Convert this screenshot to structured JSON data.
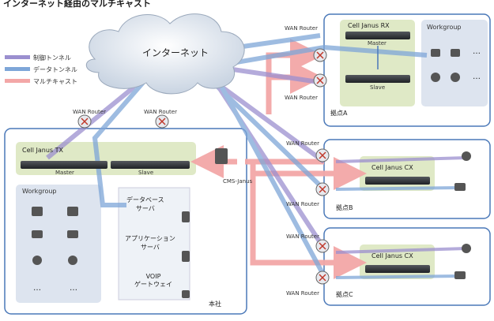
{
  "title": "インターネット経由のマルチキャスト",
  "legend": [
    {
      "label": "制御トンネル",
      "color": "#9b8fcf"
    },
    {
      "label": "データトンネル",
      "color": "#7ea6d8"
    },
    {
      "label": "マルチキャスト",
      "color": "#f0a0a0"
    }
  ],
  "cloud_label": "インターネット",
  "hq": {
    "device": "Cell Janus TX",
    "device_ports": [
      "Master",
      "Slave"
    ],
    "workgroup": "Workgroup",
    "servers": [
      {
        "label": "データベース\nサーバ"
      },
      {
        "label": "アプリケーション\nサーバ"
      },
      {
        "label": "VOIP\nゲートウェイ"
      }
    ],
    "cms": "CMS-Janus",
    "site_label": "本社"
  },
  "branch_a": {
    "device": "Cell Janus RX",
    "device_ports": [
      "Master",
      "Slave"
    ],
    "workgroup": "Workgroup",
    "site_label": "拠点A"
  },
  "branch_b": {
    "device": "Cell Janus CX",
    "site_label": "拠点B"
  },
  "branch_c": {
    "device": "Cell Janus CX",
    "site_label": "拠点C"
  },
  "router_labels": {
    "hq_r1": "WAN Router",
    "hq_r2": "WAN Router",
    "a_r1": "WAN Router",
    "a_r2": "WAN Router",
    "b_r1": "WAN Router",
    "b_r2": "WAN Router",
    "c_r1": "WAN Router",
    "c_r2": "WAN Router"
  },
  "ellipsis": "…",
  "colors": {
    "control": "#9b8fcf",
    "data": "#7ea6d8",
    "multicast": "#f3a7a7",
    "device": "#2b2f33",
    "site_border": "#4a78b8"
  }
}
